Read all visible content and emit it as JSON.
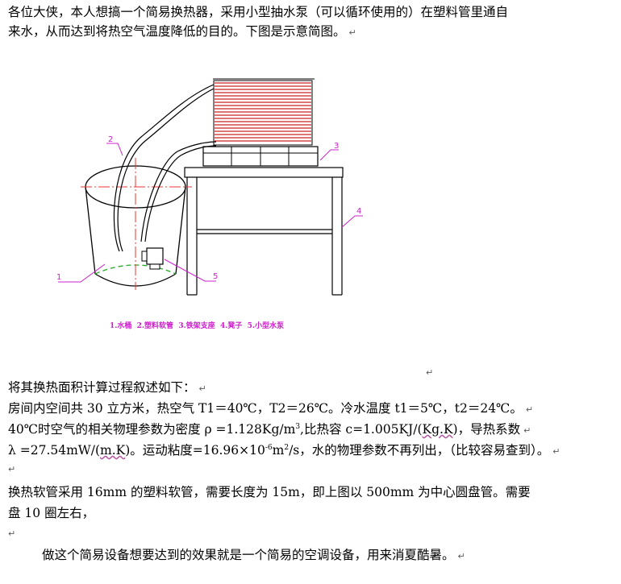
{
  "intro": {
    "line1": "各位大侠，本人想搞一个简易换热器，采用小型抽水泵（可以循环使用的）在塑料管里通自",
    "line2": "来水，从而达到将热空气温度降低的目的。下图是示意简图。"
  },
  "diagram": {
    "legend": "1.水桶  2.塑料软管  3.铁架支座  4.凳子  5.小型水泵",
    "callouts": [
      "1",
      "2",
      "3",
      "4",
      "5"
    ],
    "colors": {
      "coil": "#cc2020",
      "callout": "#cc22cc",
      "ground": "#22aa22",
      "dim": "#ee3333",
      "outline": "#000000"
    }
  },
  "body": {
    "heading": "将其换热面积计算过程叙述如下：",
    "p1": "房间内空间共 30 立方米，热空气 T1＝40℃，T2＝26℃。冷水温度 t1＝5℃，t2＝24℃。",
    "p2a": "40℃时空气的相关物理参数为密度 ρ =1.128Kg/m",
    "p2a_sup": "3",
    "p2b": ",比热容 c=1.005KJ/(",
    "p2b_u": "Kg.K",
    "p2c": ")，导热系数",
    "p3a": "λ =27.54mW/(",
    "p3a_u": "m.K",
    "p3b": ")。运动粘度=16.96×10",
    "p3b_sup": "-6",
    "p3c": "m",
    "p3c_sup": "2",
    "p3d": "/s，水的物理参数不再列出，（比较容易查到）。",
    "p4": "换热软管采用 16mm 的塑料软管，需要长度为 15m，即上图以 500mm 为中心圆盘管。需要",
    "p5": "盘 10 圈左右，",
    "p6": "做这个简易设备想要达到的效果就是一个简易的空调设备，用来消夏酷暑。"
  },
  "marks": {
    "para": "↵"
  }
}
